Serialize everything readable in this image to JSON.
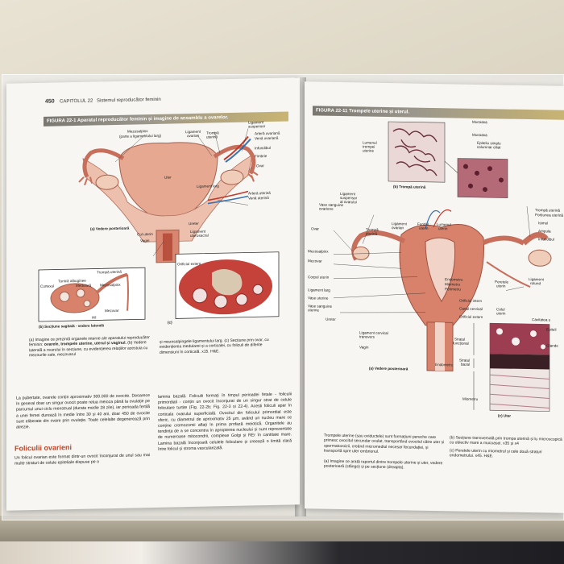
{
  "left_page": {
    "page_number": "450",
    "chapter": "CAPITOLUL 22",
    "running_title": "Sistemul reproducător feminin",
    "figure_title": "FIGURA 22-1  Aparatul reproducător feminin și imagine de ansamblu a ovarelor.",
    "labels": {
      "mezosalpinx": "Mezosalpinx",
      "parte_ligament": "(parte a ligamentului larg)",
      "ligament_ovarian": "Ligament",
      "ligament_ovarian2": "ovarian",
      "tromp_uterina_top": "Trompă",
      "tromp_uterina_top2": "uterină",
      "ligament_suspensor": "Ligament",
      "ligament_suspensor2": "suspensor",
      "artera_ovariana": "Arteră ovariană",
      "vena_ovariana": "Venă ovariană",
      "infundibul": "Infundibul",
      "fimbrie": "Fimbrie",
      "ovar": "Ovar",
      "uter": "Uter",
      "ligament_larg": "Ligament larg",
      "artera_uterina": "Arteră uterină",
      "vena_uterina": "Venă uterină",
      "vedere_posterioara": "(a) Vedere posterioară",
      "col_uterin": "Col uterin",
      "vagin": "Vagin",
      "ureter": "Ureter",
      "ligament_uterosacral": "Ligament",
      "ligament_uterosacral2": "uterosacral",
      "orificiul_extern": "Orificiul extern",
      "trompa_uterina": "Trompă uterină",
      "tunica_albuginea": "Tunică albuginee",
      "cortexul": "Cortexul",
      "medulara": "Medulară",
      "mezosalpinx_b": "Mezosalpinx",
      "mezovar": "Mezovar",
      "hil": "Hil",
      "sectiune_sagitala": "(b) Secțiune sagitală - vedere laterală",
      "panel_c": "(c)"
    },
    "caption_left": {
      "lead": "(a) Imagine ce prezintă organele interne ale aparatului reproducător feminin: ",
      "bold": "ovarele, trompele uterine, uterul și vaginul.",
      "rest": " (b) Vedere laterală a ovarului în secțiune, cu evidențierea relațiilor acestuia cu mezourile sale, mezovarul"
    },
    "caption_right": "și mezosalpingele ligamentului larg. (c) Secțiune prin ovar, cu evidențierea medularei și a corticalei, cu foliculi de diferite dimensiuni în corticală. x15. H&E.",
    "paragraph_1": "La pubertate, ovarele conțin aproximativ 300.000 de ovocite. Deoarece în general doar un singur ovocit poate relua meioza până la ovulație pe parcursul unui ciclu menstrual (durata medie 28 zile), iar perioada fertilă a unei femei durează în medie între 30 și 40 ani, doar 450 de ovocite sunt eliberate din ovare prin ovulație. Toate celelalte degenerează prin atrezie.",
    "heading": "Foliculii ovarieni",
    "paragraph_2": "Un folicul ovarian este format dintr-un ovocit înconjurat de unul sau mai multe straturi de celule epiteliale dispuse pe o",
    "paragraph_3": "lamina bazală. Foliculii formați în timpul perioadei fetale - foliculii primordiali - conțin un ovocit înconjurat de un singur strat de celule foliculare turtite (Fig. 22-2b; Fig. 22-3 și 22-4). Acești foliculi apar în corticala ovarului superficială. Ovocitul din foliculul primordial este sferic, cu diametrul de aproximativ 25 µm, având un nucleu mare ce conține cromozomii aflați în prima profază meiotică. Organitele au tendința de a se concentra în apropierea nucleului și sunt reprezentate de numeroase mitocondrii, complexe Golgi și REr în cantitate mare. Lamina bazală înconjoară celulele foliculare și creează o limită clară între folicul și stroma vascularizată."
  },
  "right_page": {
    "figure_title": "FIGURA 22-11  Trompele uterine și uterul.",
    "labels": {
      "mucoasa_top": "Mucoasa",
      "mucoasa": "Mucoasa",
      "epiteliu": "Epiteliu simplu",
      "epiteliu2": "columnar ciliat",
      "lumenul_trompei": "Lumenul",
      "lumenul_trompei2": "trompei",
      "lumenul_trompei3": "uterine",
      "trompa_uterina_panel": "(b) Trompă uterină",
      "ligament_suspensor": "Ligament",
      "ligament_suspensor2": "suspensor",
      "ligament_suspensor3": "al ovarului",
      "vase_sanguine": "Vase sanguine",
      "vase_sanguine2": "ovariene",
      "trompa_uterina": "Trompă",
      "trompa_uterina2": "uterină",
      "ligament_ovarian": "Ligament",
      "ligament_ovarian2": "ovarian",
      "fundul_uterin": "Fundul",
      "fundul_uterin2": "uterin",
      "lumenul_uterin": "Lumenul",
      "lumenul_uterin2": "uterin",
      "trompa_uterina_r": "Trompă uterină",
      "portiunea_uterina": "Porțiunea uterină",
      "istmul": "Istmul",
      "ampula": "Ampula",
      "infundibul": "Infundibul",
      "ovar": "Ovar",
      "mezosalpinx": "Mezosalpinx",
      "mezovar": "Mezovar",
      "corpul_uterin": "Corpul uterin",
      "ligament_larg": "Ligament larg",
      "vase_uterine": "Vase uterine",
      "vase_sanguine_uterine": "Vase sanguine",
      "vase_sanguine_uterine2": "uterine",
      "ureter": "Ureter",
      "endometru": "Endometru",
      "miometru": "Miometru",
      "perimetru": "Perimetru",
      "peretele_uterin": "Peretele",
      "peretele_uterin2": "uterin",
      "ligament_rotund": "Ligament",
      "ligament_rotund2": "rotund",
      "orificiul_intern": "Orificiul intern",
      "canal_cervical": "Canal cervical",
      "orificiul_extern": "Orificiul extern",
      "colul_uterin": "Colul",
      "colul_uterin2": "uterin",
      "cavitatea_uterina": "Cavitatea u",
      "epiteliu_r": "Epiteli",
      "glande": "Glande",
      "ligament_cervical": "Ligament cervical",
      "ligament_cervical2": "transvers",
      "vagin": "Vagin",
      "vedere_posterioara": "(a) Vedere posterioară",
      "stratul_functional": "Stratul",
      "stratul_functional2": "funcțional",
      "stratul_bazal": "Stratul",
      "stratul_bazal2": "bazal",
      "endometru_b": "Endometru",
      "miometru_b": "Miometru",
      "uter_panel": "(c) Uter"
    },
    "caption_left": "Trompele uterine (sau oviductele) sunt formațiuni pereche care primesc ovocitul secundar ovulat, transportând ovocitul către uter și spermatozoizii, creând micromediul necesar fecundației, și transportă spre uter embrionul.",
    "caption_left2": "(a) Imagine ce arată raportul dintre trompele uterine și uter, vedere posterioară (stânga) și pe secțiune (dreapta).",
    "caption_right": "(b) Secțiune transversală prin trompa uterină și lu microscopică cu obiectiv mare a mucoasei. x35 și x4",
    "caption_right2": "(c) Peretele uterin cu miometrul și cele două straturi endometrului. x45. H&E."
  },
  "colors": {
    "tissue_pink": "#e3a08a",
    "tissue_red": "#c4423a",
    "histology_dark": "#6a2f3a",
    "figure_band": "#8f8b80",
    "heading_red": "#b8452a"
  }
}
